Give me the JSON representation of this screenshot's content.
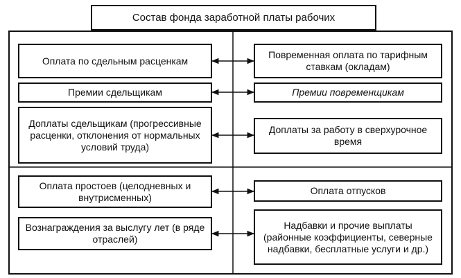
{
  "diagram": {
    "title": "Состав фонда заработной платы рабочих",
    "left": [
      "Оплата по сдельным расценкам",
      "Премии сдельщикам",
      "Доплаты сдельщикам (прогрессивные расценки, отклонения от нормальных условий труда)",
      "Оплата простоев (целодневных и внутрисменных)",
      "Вознаграждения за выслугу лет (в ряде отраслей)"
    ],
    "right": [
      "Повременная оплата по тарифным ставкам (окладам)",
      "Премии повременщикам",
      "Доплаты за работу в сверхурочное время",
      "Оплата отпусков",
      "Надбавки и прочие выплаты (районные коэффициенты, северные надбавки, бесплатные услуги и др.)"
    ]
  }
}
